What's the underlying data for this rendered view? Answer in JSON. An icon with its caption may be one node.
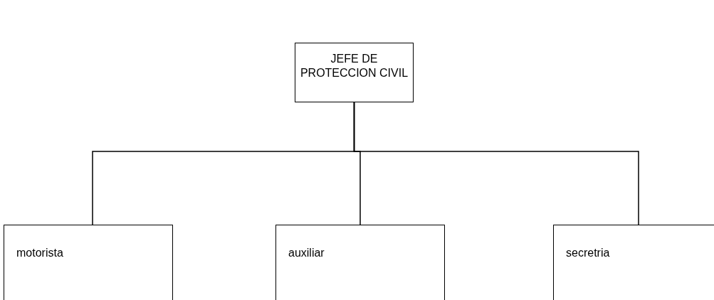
{
  "diagram": {
    "nodes": [
      {
        "text": [
          "JEFE DE PROTECCION CIVIL"
        ]
      },
      {
        "text": [
          "motorista"
        ]
      },
      {
        "text": [
          "auxiliar"
        ]
      },
      {
        "text": [
          "secretria"
        ]
      }
    ],
    "edges": [
      {
        "from": 0,
        "to": 1,
        "arrow": "none"
      },
      {
        "from": 0,
        "to": 2,
        "arrow": "none"
      },
      {
        "from": 0,
        "to": 3,
        "arrow": "none"
      }
    ]
  }
}
